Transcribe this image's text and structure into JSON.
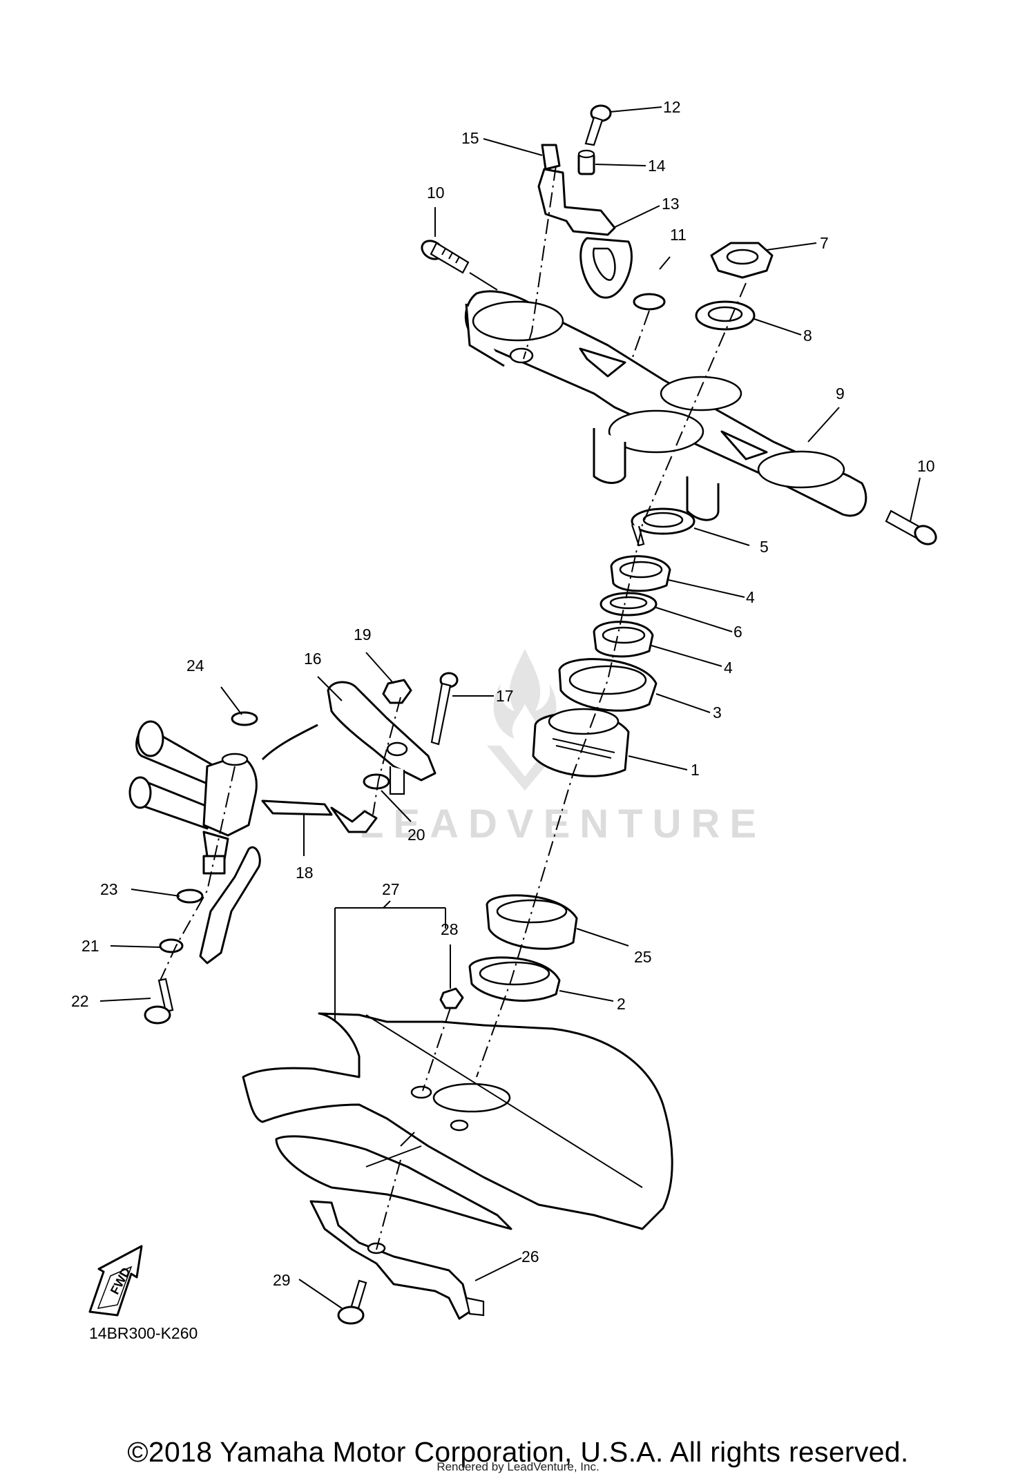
{
  "diagram": {
    "drawing_code": "14BR300-K260",
    "fwd_label": "FWD",
    "watermark": "LEADVENTURE",
    "callouts": [
      "1",
      "2",
      "3",
      "4",
      "4",
      "5",
      "6",
      "7",
      "8",
      "9",
      "10",
      "10",
      "11",
      "12",
      "13",
      "14",
      "15",
      "16",
      "17",
      "18",
      "19",
      "20",
      "21",
      "22",
      "23",
      "24",
      "25",
      "26",
      "27",
      "28",
      "29"
    ]
  },
  "footer": {
    "copyright": "©2018 Yamaha Motor Corporation, U.S.A. All rights reserved.",
    "rendered_by": "Rendered by LeadVenture, Inc."
  }
}
